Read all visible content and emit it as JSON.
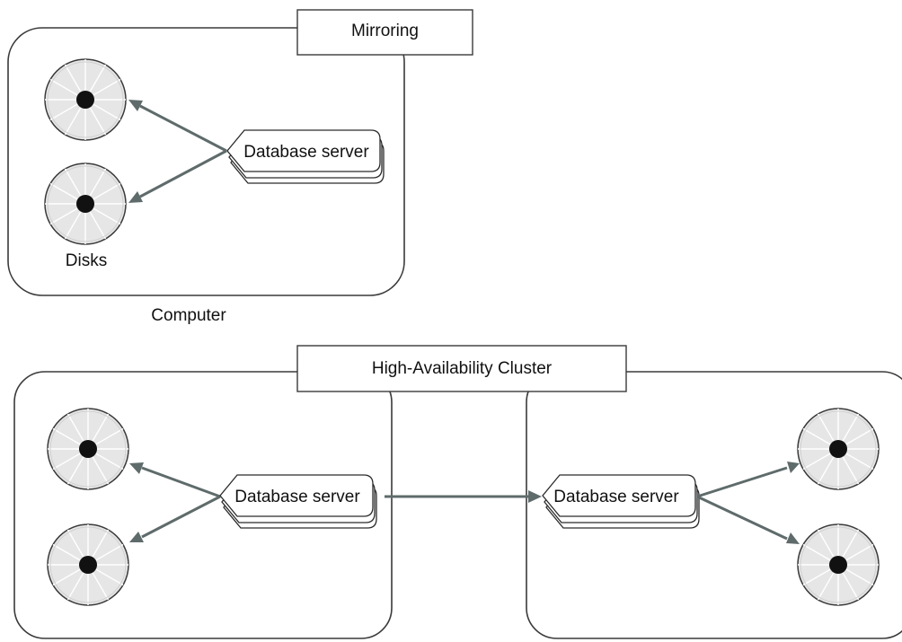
{
  "top_section": {
    "title": "Mirroring",
    "disks_label": "Disks",
    "computer_label": "Computer",
    "server_label": "Database server"
  },
  "bottom_section": {
    "title": "High-Availability Cluster",
    "left_server_label": "Database server",
    "right_server_label": "Database server"
  },
  "colors": {
    "arrow": "#5f6b6b",
    "disk_fill": "#e6e6e6",
    "disk_hub": "#111111",
    "outline": "#3a3a3a"
  }
}
